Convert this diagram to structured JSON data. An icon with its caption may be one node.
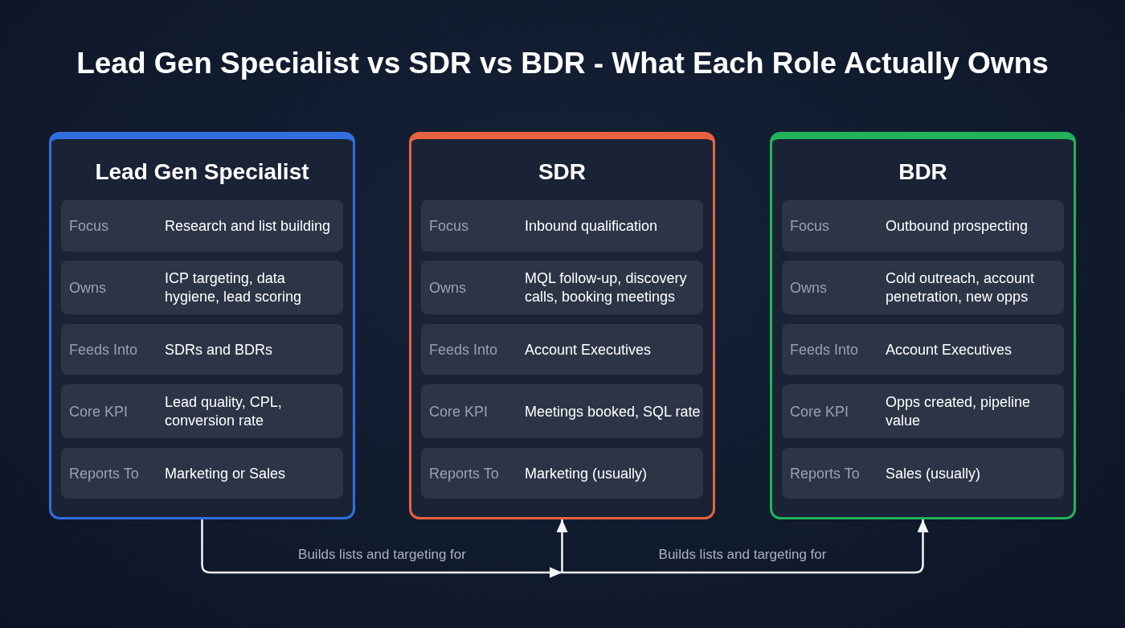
{
  "diagram": {
    "title": "Lead Gen Specialist vs SDR vs BDR - What Each Role Actually Owns",
    "nodes": [
      {
        "text": [
          "Lead Gen Specialist"
        ]
      },
      {
        "text": [
          "Focus",
          "Research and list building"
        ],
        "in": 0
      },
      {
        "text": [
          "Owns",
          "ICP targeting, data hygiene, lead scoring"
        ],
        "in": 0
      },
      {
        "text": [
          "Feeds Into",
          "SDRs and BDRs"
        ],
        "in": 0
      },
      {
        "text": [
          "Core KPI",
          "Lead quality, CPL, conversion rate"
        ],
        "in": 0
      },
      {
        "text": [
          "Reports To",
          "Marketing or Sales"
        ],
        "in": 0
      },
      {
        "text": [
          "SDR"
        ]
      },
      {
        "text": [
          "Focus",
          "Inbound qualification"
        ],
        "in": 6
      },
      {
        "text": [
          "Owns",
          "MQL follow-up, discovery calls, booking meetings"
        ],
        "in": 6
      },
      {
        "text": [
          "Feeds Into",
          "Account Executives"
        ],
        "in": 6
      },
      {
        "text": [
          "Core KPI",
          "Meetings booked, SQL rate"
        ],
        "in": 6
      },
      {
        "text": [
          "Reports To",
          "Marketing (usually)"
        ],
        "in": 6
      },
      {
        "text": [
          "BDR"
        ]
      },
      {
        "text": [
          "Focus",
          "Outbound prospecting"
        ],
        "in": 12
      },
      {
        "text": [
          "Owns",
          "Cold outreach, account penetration, new opps"
        ],
        "in": 12
      },
      {
        "text": [
          "Feeds Into",
          "Account Executives"
        ],
        "in": 12
      },
      {
        "text": [
          "Core KPI",
          "Opps created, pipeline value"
        ],
        "in": 12
      },
      {
        "text": [
          "Reports To",
          "Sales (usually)"
        ],
        "in": 12
      }
    ],
    "edges": [
      {
        "from": 0,
        "to": 6,
        "arrow": "to",
        "label": "Builds lists and targeting for"
      },
      {
        "from": 0,
        "to": 12,
        "arrow": "to",
        "label": "Builds lists and targeting for"
      }
    ]
  }
}
